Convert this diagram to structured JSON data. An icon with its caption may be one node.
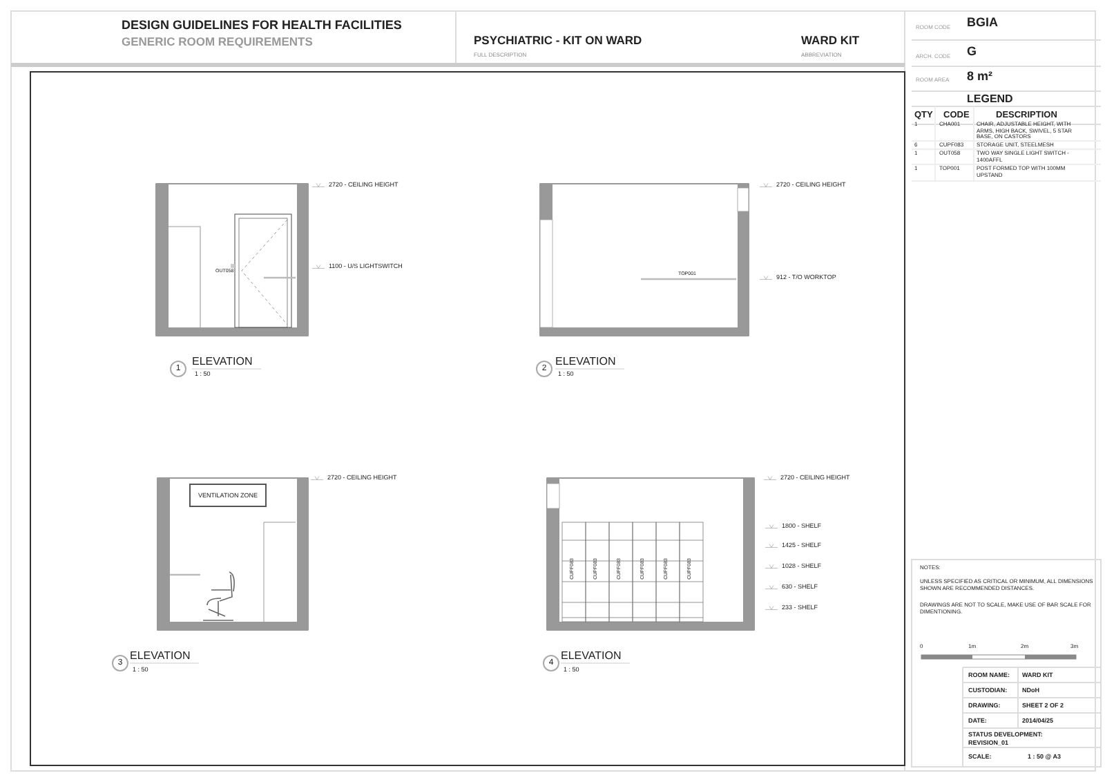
{
  "diagram": {
    "nodes": [
      {
        "text": [
          "VENTILATION ZONE"
        ]
      }
    ],
    "labels": [
      "DESIGN GUIDELINES FOR HEALTH FACILITIES",
      "GENERIC ROOM REQUIREMENTS",
      "PSYCHIATRIC - KIT ON WARD",
      "FULL DESCRIPTION",
      "WARD KIT",
      "ABBREVIATION",
      "ROOM CODE",
      "BGIA",
      "ARCH. CODE",
      "G",
      "ROOM AREA",
      "8 m²",
      "LEGEND",
      "QTY",
      "CODE",
      "DESCRIPTION",
      "1",
      "CHA001",
      "CHAIR, ADJUSTABLE HEIGHT, WITH ARMS, HIGH BACK, SWIVEL, 5 STAR BASE, ON CASTORS",
      "6",
      "CUPF083",
      "STORAGE UNIT, STEELMESH",
      "1",
      "OUT058",
      "TWO WAY SINGLE LIGHT SWITCH - 1400AFFL",
      "1",
      "TOP001",
      "POST FORMED TOP WITH 100MM UPSTAND",
      "2720 - CEILING HEIGHT",
      "OUT058",
      "1100 - U/S LIGHTSWITCH",
      "1",
      "ELEVATION",
      "1 : 50",
      "2720 - CEILING HEIGHT",
      "TOP001",
      "912 - T/O WORKTOP",
      "2",
      "ELEVATION",
      "1 : 50",
      "2720 - CEILING HEIGHT",
      "CUPF083",
      "CUPF083",
      "CUPF083",
      "CUPF083",
      "CUPF083",
      "CUPF083",
      "2720 - CEILING HEIGHT",
      "1800 - SHELF",
      "1425 - SHELF",
      "1028 - SHELF",
      "630 - SHELF",
      "233 - SHELF",
      "3",
      "ELEVATION",
      "1 : 50",
      "4",
      "ELEVATION",
      "1 : 50",
      "NOTES:",
      "UNLESS SPECIFIED AS CRITICAL OR MINIMUM, ALL DIMENSIONS SHOWN ARE RECOMMENDED DISTANCES.",
      "DRAWINGS ARE NOT TO SCALE, MAKE USE OF BAR SCALE FOR DIMENTIONING.",
      "0",
      "1m",
      "2m",
      "3m",
      "ROOM NAME:",
      "WARD KIT",
      "CUSTODIAN:",
      "NDoH",
      "DRAWING:",
      "SHEET 2 OF 2",
      "DATE:",
      "2014/04/25",
      "STATUS DEVELOPMENT: REVISION_01",
      "SCALE:",
      "1 : 50 @ A3"
    ]
  }
}
